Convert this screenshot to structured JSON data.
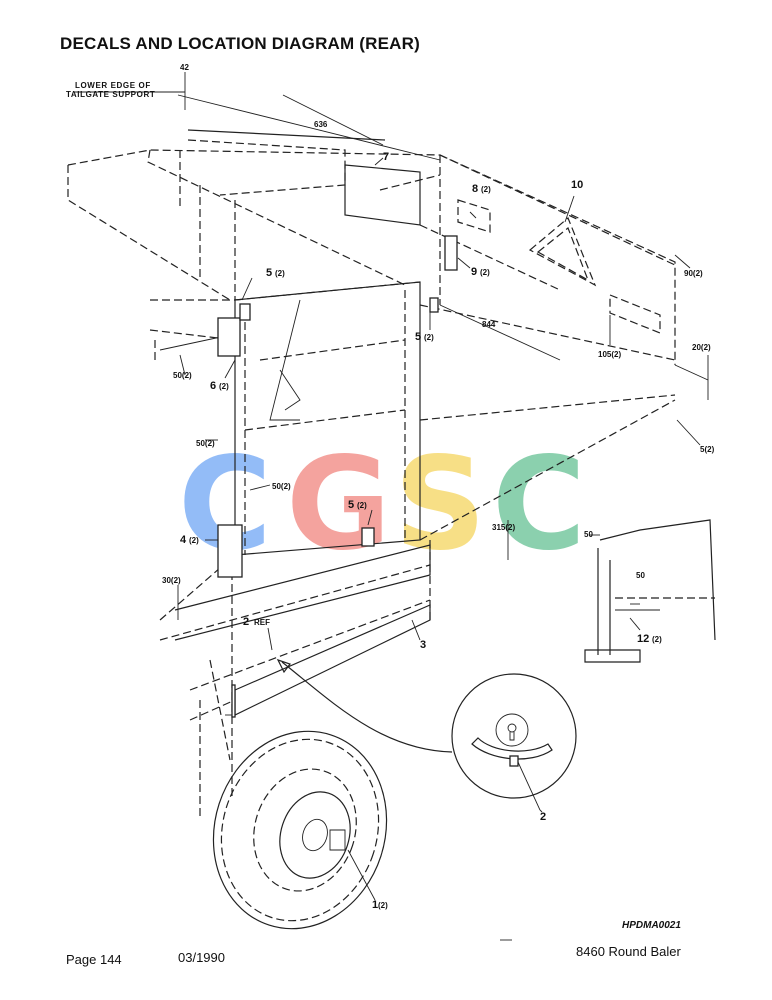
{
  "page": {
    "title": "DECALS AND LOCATION DIAGRAM (REAR)",
    "page_number": "Page 144",
    "date": "03/1990",
    "product": "8460 Round Baler",
    "drawing_code": "HPDMA0021"
  },
  "watermark": {
    "letters": [
      "C",
      "G",
      "S",
      "C"
    ],
    "colors": [
      "#6aa3f5",
      "#f0807a",
      "#f5d358",
      "#5fbf8f"
    ]
  },
  "annotations": {
    "lower_edge_line1": "LOWER EDGE OF",
    "lower_edge_line2": "TAILGATE SUPPORT",
    "dim_42": "42",
    "dim_636": "636",
    "dim_844": "844",
    "dim_90": "90(2)",
    "dim_20": "20(2)",
    "dim_105": "105(2)",
    "dim_5_right": "5(2)",
    "dim_50_a": "50(2)",
    "dim_50_b": "50(2)",
    "dim_50_c": "50(2)",
    "dim_315": "315(2)",
    "dim_30": "30(2)",
    "dim_50_inset_top": "50",
    "dim_50_inset": "50"
  },
  "callouts": {
    "c7": "7",
    "c8": "8",
    "c8q": "(2)",
    "c10": "10",
    "c9": "9",
    "c9q": "(2)",
    "c5_top": "5",
    "c5_top_q": "(2)",
    "c5_mid": "5",
    "c5_mid_q": "(2)",
    "c5_center": "5",
    "c5_center_q": "(2)",
    "c6": "6",
    "c6q": "(2)",
    "c4": "4",
    "c4q": "(2)",
    "c2ref": "2",
    "c2ref_suffix": "REF",
    "c3": "3",
    "c12": "12",
    "c12q": "(2)",
    "c2": "2",
    "c1": "1",
    "c1q": "(2)"
  }
}
